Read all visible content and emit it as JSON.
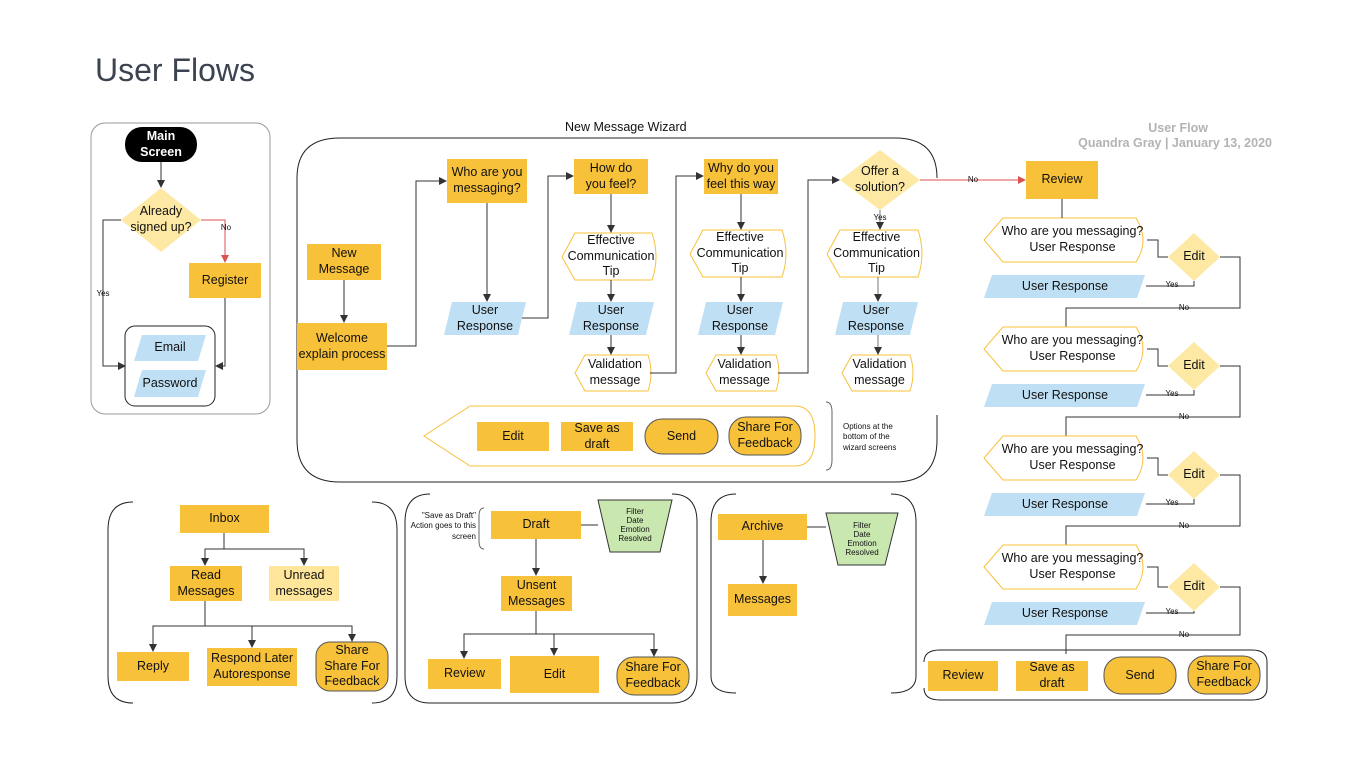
{
  "page": {
    "title": "User Flows",
    "meta_title": "User Flow",
    "meta_author_date": "Quandra Gray | January 13, 2020",
    "wizard_title": "New Message Wizard",
    "wizard_note": "Options at the bottom of the wizard screens",
    "draft_note": "\"Save as Draft\" Action goes to this screen"
  },
  "colors": {
    "yellow": "#f8c13a",
    "light_yellow": "#ffe69a",
    "diamond": "#fde9a4",
    "blue": "#bfe0f4",
    "green": "#c9e8b0",
    "black": "#000000",
    "red_arrow": "#d9534f"
  },
  "main": {
    "start": "Main\nScreen",
    "decision": "Already\nsigned up?",
    "register": "Register",
    "email": "Email",
    "password": "Password",
    "yes": "Yes",
    "no": "No"
  },
  "wizard": {
    "new_message": "New\nMessage",
    "welcome": "Welcome\nexplain process",
    "q1": "Who are you\nmessaging?",
    "q2": "How do\nyou feel?",
    "q3": "Why do you\nfeel this way",
    "q4": "Offer a\nsolution?",
    "tip": "Effective\nCommunication\nTip",
    "user_response": "User\nResponse",
    "validation": "Validation\nmessage",
    "yes": "Yes",
    "no": "No",
    "options": {
      "edit": "Edit",
      "save": "Save as\ndraft",
      "send": "Send",
      "share": "Share For\nFeedback"
    }
  },
  "review": {
    "review": "Review",
    "prompt": "Who are you messaging?\nUser Response",
    "response": "User Response",
    "edit": "Edit",
    "yes": "Yes",
    "no": "No",
    "options": {
      "review": "Review",
      "save": "Save as\ndraft",
      "send": "Send",
      "share": "Share For\nFeedback"
    }
  },
  "inbox": {
    "inbox": "Inbox",
    "read": "Read\nMessages",
    "unread": "Unread\nmessages",
    "reply": "Reply",
    "later": "Respond Later\nAutoresponse",
    "share": "Share\nShare For\nFeedback"
  },
  "draft": {
    "draft": "Draft",
    "filter": "Filter\nDate\nEmotion\nResolved",
    "unsent": "Unsent\nMessages",
    "review": "Review",
    "edit": "Edit",
    "share": "Share For\nFeedback"
  },
  "archive": {
    "archive": "Archive",
    "filter": "Filter\nDate\nEmotion\nResolved",
    "messages": "Messages"
  }
}
